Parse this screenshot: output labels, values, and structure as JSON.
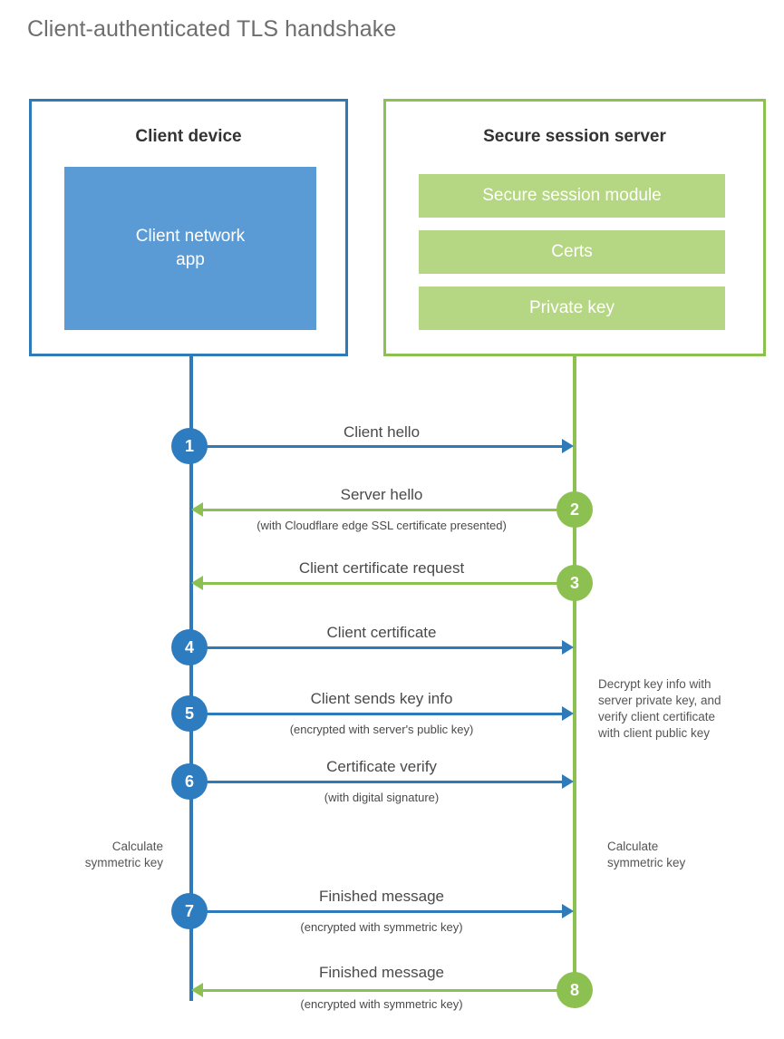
{
  "title": "Client-authenticated TLS handshake",
  "colors": {
    "blue_border": "#2f7ab8",
    "blue_fill": "#5b9bd5",
    "blue_circle": "#2d7cc0",
    "green_border": "#8cc152",
    "green_fill": "#b5d682",
    "green_circle": "#8cc152",
    "title_text": "#6e6e6e",
    "body_text": "#4a4a4a"
  },
  "client": {
    "title": "Client device",
    "app_label": "Client network\napp",
    "app_line1": "Client network",
    "app_line2": "app"
  },
  "server": {
    "title": "Secure session server",
    "bars": [
      {
        "label": "Secure session module"
      },
      {
        "label": "Certs"
      },
      {
        "label": "Private key"
      }
    ]
  },
  "steps": [
    {
      "number": "1",
      "side": "client",
      "direction": "right",
      "color": "blue",
      "label": "Client hello",
      "sublabel": ""
    },
    {
      "number": "2",
      "side": "server",
      "direction": "left",
      "color": "green",
      "label": "Server hello",
      "sublabel": "(with Cloudflare edge SSL certificate presented)"
    },
    {
      "number": "3",
      "side": "server",
      "direction": "left",
      "color": "green",
      "label": "Client certificate request",
      "sublabel": ""
    },
    {
      "number": "4",
      "side": "client",
      "direction": "right",
      "color": "blue",
      "label": "Client certificate",
      "sublabel": ""
    },
    {
      "number": "5",
      "side": "client",
      "direction": "right",
      "color": "blue",
      "label": "Client sends key info",
      "sublabel": "(encrypted with server's public key)"
    },
    {
      "number": "6",
      "side": "client",
      "direction": "right",
      "color": "blue",
      "label": "Certificate verify",
      "sublabel": "(with digital signature)"
    },
    {
      "number": "7",
      "side": "client",
      "direction": "right",
      "color": "blue",
      "label": "Finished message",
      "sublabel": "(encrypted with symmetric key)"
    },
    {
      "number": "8",
      "side": "server",
      "direction": "left",
      "color": "green",
      "label": "Finished message",
      "sublabel": "(encrypted with symmetric key)"
    }
  ],
  "notes": {
    "server_decrypt": {
      "line1": "Decrypt key info with",
      "line2": "server private key, and",
      "line3": "verify client certificate",
      "line4": "with client public key"
    },
    "client_calc": {
      "line1": "Calculate",
      "line2": "symmetric key"
    },
    "server_calc": {
      "line1": "Calculate",
      "line2": "symmetric key"
    }
  }
}
